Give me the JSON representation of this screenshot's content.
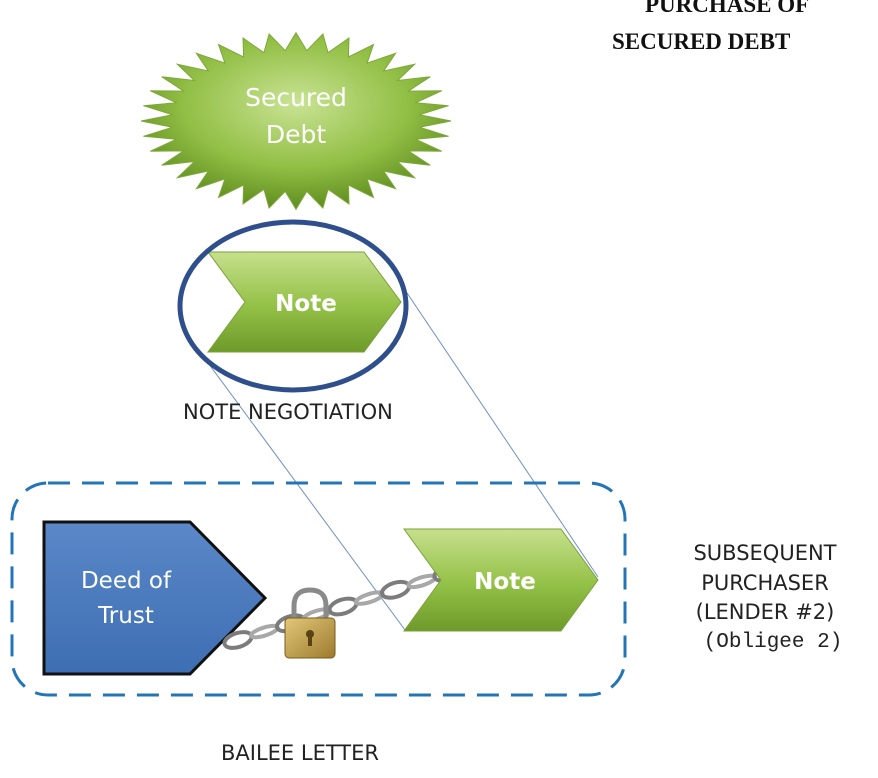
{
  "title": {
    "line1": "PURCHASE OF",
    "line2": "SECURED DEBT"
  },
  "starburst": {
    "line1": "Secured",
    "line2": "Debt"
  },
  "note_top": {
    "label": "Note"
  },
  "note_negotiation": {
    "label": "NOTE NEGOTIATION"
  },
  "deed": {
    "line1": "Deed of",
    "line2": "Trust"
  },
  "note_bottom": {
    "label": "Note"
  },
  "purchaser": {
    "line1": "SUBSEQUENT",
    "line2": "PURCHASER",
    "line3": "(LENDER #2)",
    "line4": "(Obligee 2)"
  },
  "bailee": {
    "label": "BAILEE LETTER"
  },
  "colors": {
    "green_light": "#b6d77a",
    "green_dark": "#6f9a25",
    "blue": "#4f7ec0",
    "blue_dark": "#2e4e8c",
    "dash_blue": "#2474b8"
  }
}
